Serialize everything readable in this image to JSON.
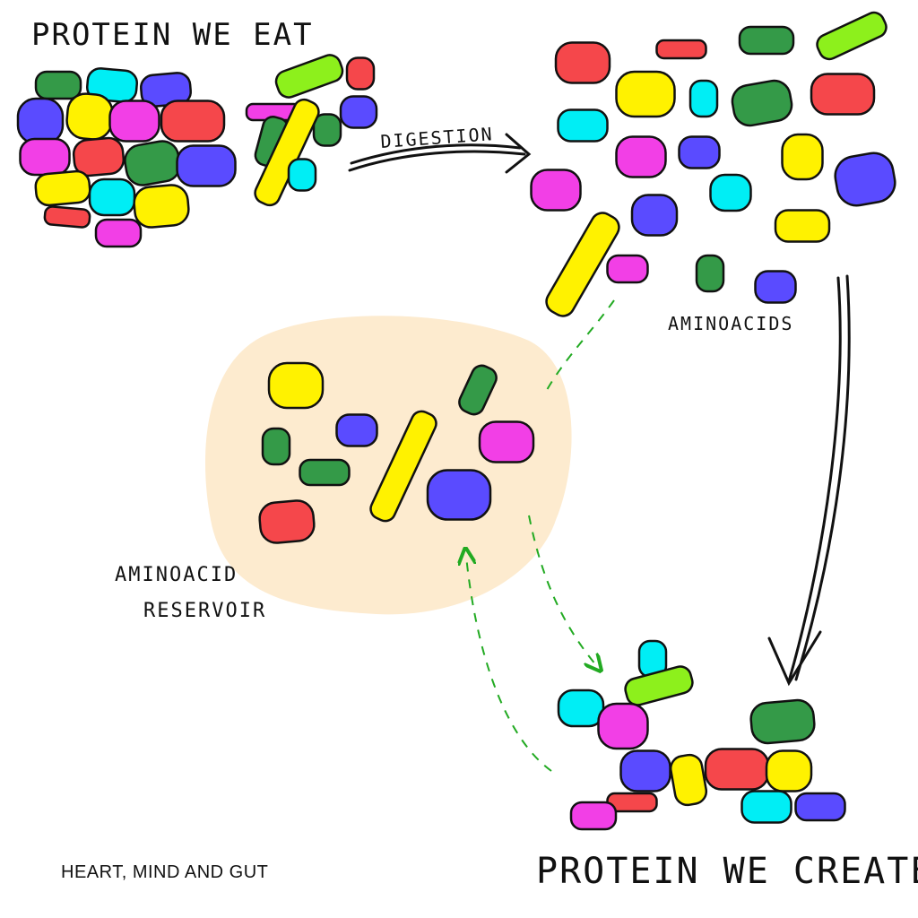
{
  "title_top": "PROTEIN WE EAT",
  "arrow_label": "DIGESTION",
  "aminoacids_label": "AMINOACIDS",
  "reservoir_label_line1": "AMINOACID",
  "reservoir_label_line2": "RESERVOIR",
  "title_bottom": "PROTEIN WE CREATE",
  "credit": "HEART, MIND AND GUT",
  "colors": {
    "red": "#f5474b",
    "cyan": "#00eef5",
    "blue": "#5a4bff",
    "magenta": "#f23fe6",
    "yellow": "#fff200",
    "green": "#349a48",
    "lime": "#8df01c",
    "reservoir": "#fdebcf",
    "dashed_arrow": "#22aa22"
  }
}
